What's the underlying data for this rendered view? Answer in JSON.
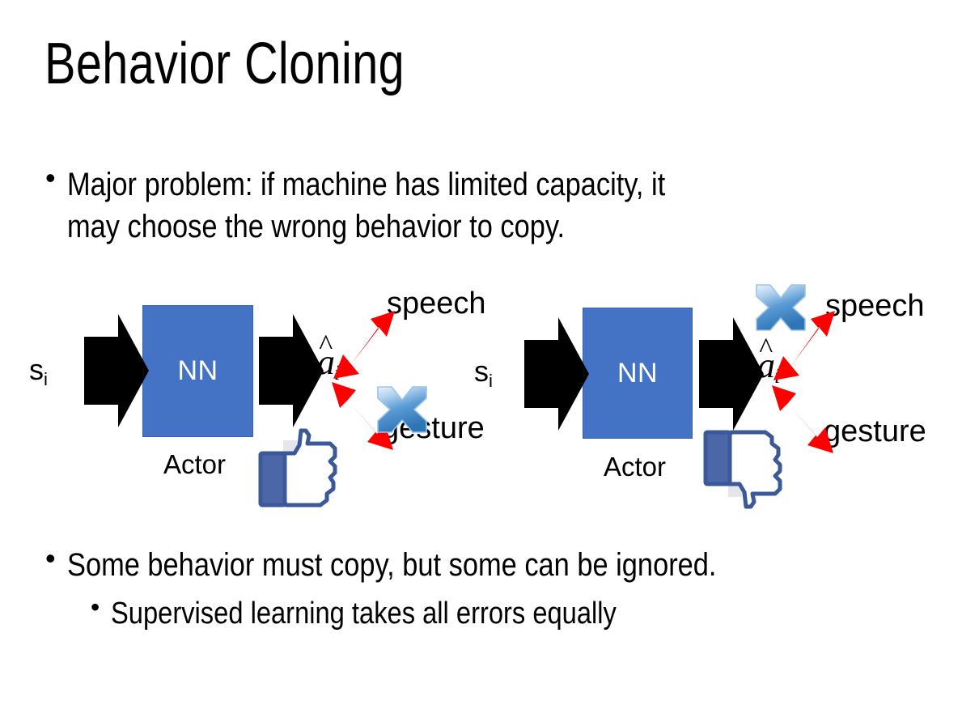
{
  "slide": {
    "title": "Behavior Cloning",
    "background_color": "#FFFFFF",
    "text_color": "#000000"
  },
  "bullets": {
    "top": {
      "marker": "•",
      "text": "Major problem: if machine has limited capacity, it\nmay choose the wrong behavior to copy."
    },
    "bottom_1": {
      "marker": "•",
      "text": "Some behavior must copy, but some can be ignored."
    },
    "bottom_2": {
      "marker": "•",
      "text": "Supervised learning takes all errors equally"
    }
  },
  "colors": {
    "nn_box_fill": "#4472C4",
    "nn_box_border": "#3761AE",
    "arrow_black": "#000000",
    "arrow_red": "#FF0000",
    "cross_blue_light": "#CFE2F7",
    "cross_blue_mid": "#5B9BD5",
    "cross_blue_dark": "#2E75B6",
    "thumb_outline": "#3B5998",
    "thumb_fill": "#FFFFFF",
    "thumb_cuff": "#4B67A8",
    "thumb_shade": "#E4E6EB"
  },
  "diagrams": [
    {
      "id": "left",
      "state_label": "s",
      "state_subscript": "i",
      "nn_label": "NN",
      "actor_label": "Actor",
      "action_label": "a",
      "action_subscript": "i",
      "action_has_hat": true,
      "branch_top_label": "speech",
      "branch_bottom_label": "gesture",
      "crossed_branch": "gesture",
      "feedback_icon": "thumbs-up-icon"
    },
    {
      "id": "right",
      "state_label": "s",
      "state_subscript": "i",
      "nn_label": "NN",
      "actor_label": "Actor",
      "action_label": "a",
      "action_subscript": "i",
      "action_has_hat": true,
      "branch_top_label": "speech",
      "branch_bottom_label": "gesture",
      "crossed_branch": "speech",
      "feedback_icon": "thumbs-down-icon"
    }
  ]
}
